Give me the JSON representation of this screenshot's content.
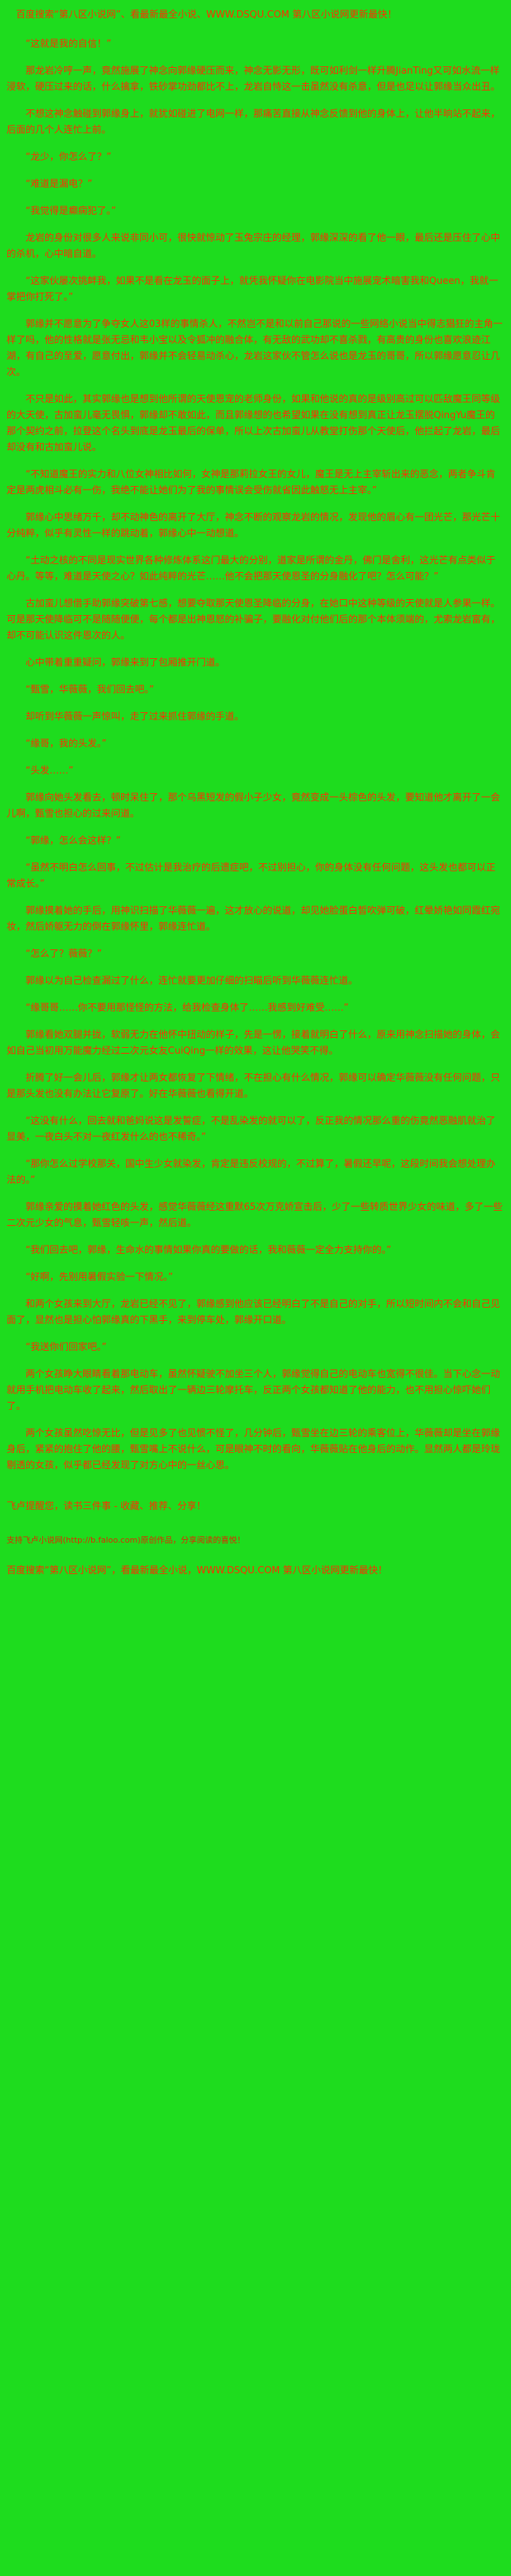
{
  "page": {
    "bg_color": "#1EDC1E",
    "text_color": "#FF2D00"
  },
  "header": {
    "promo": "百度搜索“第八区小说网”、看最新最全小说、WWW.DSQU.COM  第八区小说网更新最快！"
  },
  "content": {
    "paragraphs": [
      "“这就是我的自信！”",
      "那龙岩冷哼一声，竟然施展了神念向郭缘硬压而来，神念无影无形，既可如利剑一样升腾JianTing又可如水流一样浸软，硬压过来的话，什么擒拿，铁砂掌功劲都比不上，龙岩自恃这一击虽然没有杀意，但是也足以让郭缘当众出丑。",
      "不想这神念触碰到郭缘身上，就犹如碰进了电网一样，那痛苦直接从神念反馈到他的身体上，让他半晌站不起来，后面的几个人连忙上前。",
      "“龙少，你怎么了？”",
      "“难道是漏电？”",
      "“我觉得是癫痫犯了。”",
      "龙岩的身份对很多人来说非同小可，很快就惊动了玉兔宗庄的经理，郭缘深深的看了他一眼，最后还是压住了心中的杀机，心中暗自道。",
      "“这家伙屡次挑衅我，如果不是看在龙玉的面子上，就凭我怀疑你在电影院当中施展宠术暗害我和Queen，我就一掌把你打死了。”",
      "郭缘并不愿意为了争夺女人这03样的事情杀人，不然岂不是和以前自己那说的一些网络小说当中得志猖狂的主角一样了吗，他的性格就是张无忌和韦小宝以及令狐冲的融合体，有无敌的武功却不喜杀戮，有高贵的身份也喜欢浪迹江湖，有自己的至爱，愿意付出，郭缘并不会轻易动杀心，龙岩这家伙不管怎么说也是龙玉的哥哥，所以郭缘愿意忍让几次。",
      "不只是如此，其实郭缘也是想到他所谓的天使恩宠的老师身份，如果和他说的真的是级别高过可以匹敌魔王同等级的大天使，古加蛮儿毫无畏惧，郭缘却不敢如此，而且郭缘想的也希望如果在没有想到真正让龙玉摆脱QingYu魔王的那个契约之前，拉登这个名头到底是龙玉最后的保单，所以上次古加蛮儿从教堂打伤那个天使后，他拦起了龙岩，最后却没有和古加蛮儿说。",
      "“不知道魔王的实力和八位女神相比如何，女神是那莉拉女王的女儿，魔王是无上主宰斩出来的恶念，两者争斗肯定是两虎相斗必有一伤，我绝不能让她们为了我的事情误会受伤就省因此触怒无上主宰。”",
      "郭缘心中思绪万千，却不动神色的离开了大厅，神念不断的观察龙岩的情况，发现他的眉心有一团光芒，那光芒十分纯粹，似乎有灵性一样的跳动着，郭缘心中一动想道。",
      "“土动之核的不同是现实世界各种修炼体系这门最大的分别，道家是所谓的金丹，佛门是舍利，这光芒有点类似于心丹。等等，难道是天使之心？如此纯粹的光芒……他不会把那天使恩圣的分身融化了吧？怎么可能？”",
      "古加蛮儿想借手助郭缘突破第七感，想要夺取那天使恩圣降临的分身，在她口中这种等级的天使就是人参果一样。可是那天使降临可不是随随便便，每个都是出神恩怒的补骗子，要融化对付他们后的那个本体须端的，尤索龙岩富有，却不可能认识这件恩次的人。",
      "心中带着重重疑问，郭缘来到了包厢推开门道。",
      "“甄雪，华薇薇，我们回去吧。”",
      "却听到华薇薇一声惊叫，走了过来抓住郭缘的手道。",
      "“缘哥，我的头发。”",
      "“头发……”",
      "郭缘向她头发看去，顿时呆住了，那个乌黑短发的假小子少女，竟然变成一头棕色的头发，要知道他才离开了一会儿啊，甄雪也担心的过来问道。",
      "“郭缘，怎么会这样？”",
      "“虽然不明白怎么回事，不过估计是我治疗的后遗症吧，不过别担心，你的身体没有任何问题，这头发也都可以正常成长。”",
      "郭缘摸着她的手后，用神识扫描了华薇薇一遍，这才放心的说道，却见她脸蛋白皙吹弹可破，红晕娇艳如同霞红宛妆，然后娇躯无力的倒在郭缘怀里，郭缘连忙道。",
      "“怎么了？薇薇？”",
      "郭缘以为自己检查漏过了什么，连忙就要更加仔细的扫瞄后听到华薇薇连忙道。",
      "“缘哥哥……你不要用那怪怪的方法，给我检查身体了……我感到好难受……”",
      "郭缘看她双腿并拢，软弱无力在他怀中扭动的样子，先是一愣，接着就明白了什么，原来用神念扫描她的身体，会如自己当初用万能魔力经过二次元女友CuiQing一样的效果，这让他哭笑不得。",
      "折腾了好一会儿后，郭缘才让两女都恢复了下情绪，不在担心有什么情况，郭缘可以确定华薇薇没有任何问题，只是那头发也没有办法让它复原了。好在华薇薇也看得开道。",
      "“这没有什么，回去就和爸妈说这是发誓症，不是乱染发的就可以了，反正我的情况那么重的伤竟然恶融肌就治了显美，一夜白头不对一夜红发什么的也不稀奇。”",
      "“那你怎么过学校那关，国中生少女就染发，肯定是违反校规的，不过算了，暑假还早呢，这段时间我会想处理办法的。”",
      "郭缘亲爱的摸着她红色的头发，感觉华薇薇经这重默65次万克娇宣击后，少了一些转质世界少女的味道，多了一些二次元少女的气息，甄雪轻咳一声，然后道。",
      "“我们回去吧，郭缘，生命水的事情如果你真的要做的话，我和薇薇一定全力支持你的。”",
      "“好啊，先别用暑假实验一下情况。”",
      "和两个女孩来到大厅，龙岩已经不见了，郭缘感到他应该已经明白了不是自己的对手，所以短时间内不会和自己见面了，显然也是担心怕郭缘真的下黑手，来到停车处，郭缘开口道。",
      "“我送你们回家吧。”",
      "两个女孩睁大眼睛看着那电动车，虽然怀疑驶不加坐三个人，郭缘觉得自己的电动车也宽得不很佳。当下心念一动就用手机把电动车收了起来，然后取出了一辆边三轮摩托车，反正两个女孩都知道了他的能力，也不用担心惊吓她们了。",
      "两个女孩虽然吃惊无比，但是见多了也见惯不怪了，几分钟后，甄雪坐在边三轮的乘客位上，华薇薇却是坐在郭缘身后，紧紧的抱住了他的腰，甄雪嘴上不说什么，可是眼神不时的看向，华薇薇贴在他身后的动作。显然两人都是玲珑剔透的女孩，似乎都已经发现了对方心中的一丝心思。"
    ],
    "reminder": "飞卢提醒您，读书三件事 - 收藏、推荐、分享！"
  },
  "footer": {
    "support": "支持飞卢小说网(http://b.faloo.com)原创作品，分享阅读的喜悦！",
    "promo": "百度搜索“第八区小说网”，看最新最全小说，WWW.DSQU.COM  第八区小说网更新最快！"
  }
}
